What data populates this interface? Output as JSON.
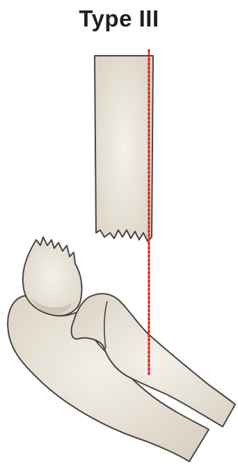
{
  "title": "Type III",
  "colors": {
    "bone_fill": "#e3ddd1",
    "bone_highlight": "#f4f1ea",
    "bone_outline": "#4a4540",
    "reference_line": "#d42a2a",
    "title_text": "#231f20",
    "background": "#ffffff"
  },
  "figure": {
    "elements": [
      "humerus-shaft-fragment",
      "distal-humerus-fragment",
      "radius-bone",
      "ulna-bone",
      "anterior-humeral-line"
    ]
  }
}
